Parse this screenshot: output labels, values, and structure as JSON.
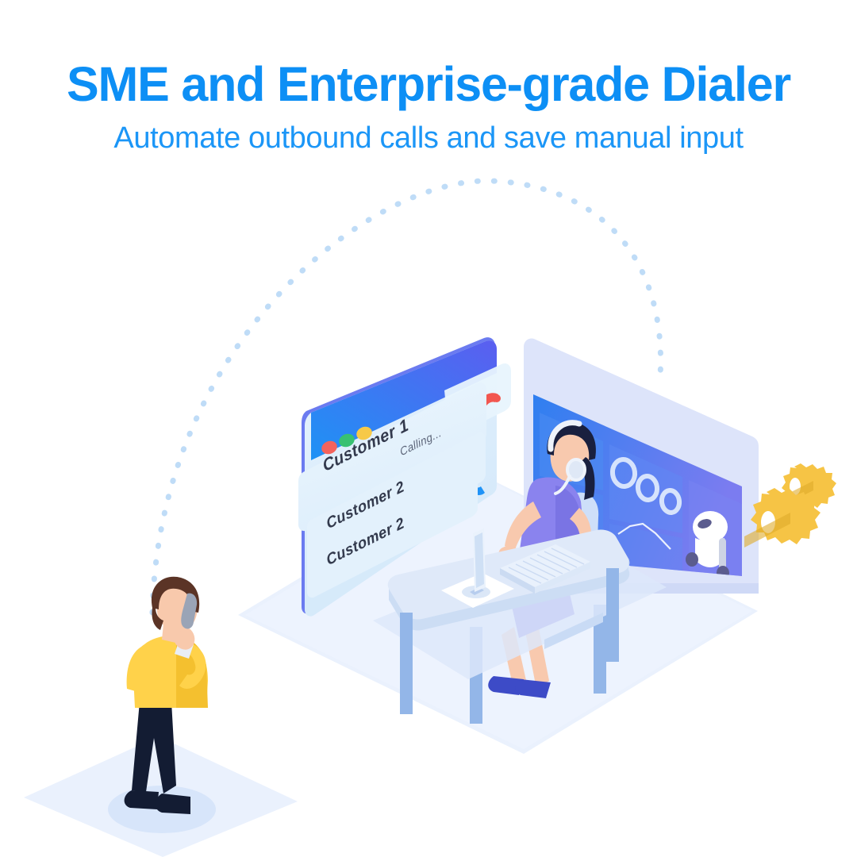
{
  "header": {
    "title": "SME and Enterprise-grade Dialer",
    "subtitle": "Automate outbound calls and save manual input",
    "title_color": "#0d8ff5",
    "subtitle_color": "#1b96f7"
  },
  "illustration": {
    "name": "isometric-outbound-dialer-scene",
    "background_color": "#ffffff",
    "floor_color": "#eaf1fd",
    "connection_arc": {
      "name": "dotted-call-arc",
      "color": "#bfdcf7",
      "style": "dotted",
      "from": "caller-person",
      "to": "dialer-monitor"
    },
    "dialer_window": {
      "name": "dialer-call-window",
      "titlebar_gradient_from": "#1e92f5",
      "titlebar_gradient_to": "#5b5ef0",
      "body_color": "#ddeefc",
      "traffic_lights": [
        {
          "name": "close-dot",
          "color": "#f4635c"
        },
        {
          "name": "minimize-dot",
          "color": "#38c172"
        },
        {
          "name": "maximize-dot",
          "color": "#f7c948"
        }
      ],
      "status_label": "Calling...",
      "hangup_icon": {
        "name": "hangup-phone-icon",
        "color": "#f2564f"
      },
      "rows": [
        {
          "label": "Customer 1",
          "icon": "phone-handset-icon",
          "icon_color": "#1f93f7",
          "active": true
        },
        {
          "label": "Customer 2",
          "icon": "phone-handset-icon",
          "icon_color": "#1f93f7",
          "active": false
        },
        {
          "label": "Customer 2",
          "icon": "",
          "icon_color": "",
          "active": false
        }
      ]
    },
    "monitor": {
      "name": "dialer-dashboard-monitor",
      "bezel_color": "#dde4fa",
      "screen_gradient_from": "#2f7ff0",
      "screen_gradient_to": "#7b7cf0",
      "widgets": [
        {
          "name": "bar-chart-widget",
          "type": "bar"
        },
        {
          "name": "donut-gauges-widget",
          "type": "donut",
          "count": 3
        },
        {
          "name": "list-rows-widget",
          "type": "list"
        },
        {
          "name": "combo-chart-widget",
          "type": "bar-line"
        },
        {
          "name": "ai-bot-widget",
          "type": "bot"
        }
      ]
    },
    "agent": {
      "name": "call-center-agent",
      "hair_color": "#19203f",
      "skin_color": "#f7c9ae",
      "shirt_color": "#7d77e8",
      "headset_color": "#eef3fb",
      "shoe_color": "#3d4bc7",
      "accessory": "headset-with-microphone"
    },
    "caller": {
      "name": "caller-person",
      "hair_color": "#5b3426",
      "skin_color": "#f8c9ac",
      "sweater_color": "#ffd24a",
      "trousers_color": "#131c33",
      "phone_color": "#9aa4b6",
      "accessory": "mobile-phone"
    },
    "desk": {
      "name": "office-desk",
      "top_color": "#dfe9f9",
      "leg_color": "#93b6e8",
      "items": [
        {
          "name": "monitor-on-desk",
          "type": "monitor"
        },
        {
          "name": "keyboard",
          "type": "keyboard"
        },
        {
          "name": "paper-sheet",
          "type": "paper"
        }
      ]
    },
    "gears": {
      "name": "automation-gears-icon",
      "color": "#f6c445",
      "shade_color": "#e0ab2c",
      "count": 2
    }
  }
}
